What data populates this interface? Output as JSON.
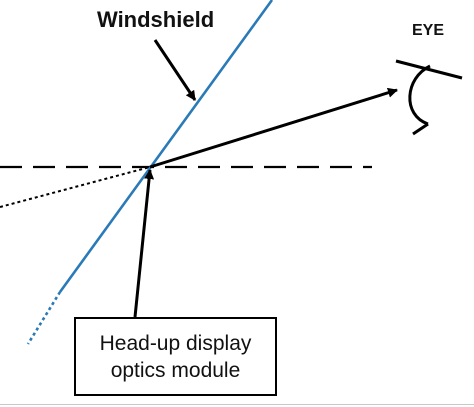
{
  "labels": {
    "windshield": "Windshield",
    "eye": "EYE"
  },
  "module": {
    "line1": "Head-up display",
    "line2": "optics module"
  },
  "colors": {
    "windshield": "#2a7ab8",
    "lines": "#000000",
    "text": "#111111"
  }
}
